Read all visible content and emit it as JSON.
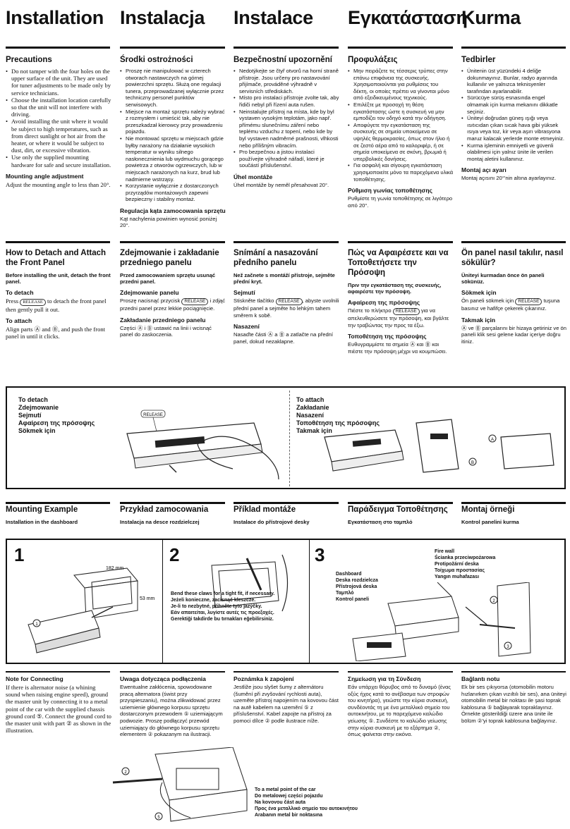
{
  "titles": [
    "Installation",
    "Instalacja",
    "Instalace",
    "Εγκατάσταση",
    "Kurma"
  ],
  "precautions": {
    "en": {
      "title": "Precautions",
      "items": [
        "Do not tamper with the four holes on the upper surface of the unit. They are used for tuner adjustments to be made only by service technicians.",
        "Choose the installation location carefully so that the unit will not interfere with driving.",
        "Avoid installing the unit where it would be subject to high temperatures, such as from direct sunlight or hot air from the heater, or where it would be subject to dust, dirt, or excessive vibration.",
        "Use only the supplied mounting hardware for safe and secure installation."
      ],
      "sub": "Mounting angle adjustment",
      "subtext": "Adjust the mounting angle to less than 20°."
    },
    "pl": {
      "title": "Środki ostrożności",
      "items": [
        "Proszę nie manipulować w czterech otworach nastawczych na górnej powierzchni sprzętu. Służą one regulacji tunera, przeprowadzanej wyłącznie przez techniczny personel punktów serwisowych.",
        "Miejsce na montaż sprzętu należy wybrać z rozmysłem i umieścić tak, aby nie przeszkadzał kierowcy przy prowadzeniu pojazdu.",
        "Nie montować sprzętu w miejscach gdzie byłby narażony na działanie wysokich temperatur w wyniku silnego nasłonecznienia lub wydmuchu gorącego powietrza z otworów ogrzewczych, lub w miejscach narażonych na kurz, brud lub nadmierne wstrząsy.",
        "Korzystanie wyłącznie z dostarczonych przyrządów montażowych zapewni bezpieczny i stabilny montaż."
      ],
      "sub": "Regulacja kąta zamocowania sprzętu",
      "subtext": "Kąt nachylenia powinien wynosić poniżej 20°."
    },
    "cs": {
      "title": "Bezpečnostní upozornění",
      "items": [
        "Nedotýkejte se čtyř otvorů na horní straně přístroje. Jsou určeny pro nastavování přijímače, prováděné výhradně v servisních střediskách.",
        "Místo pro instalaci přístroje zvolte tak, aby řidiči nebyl při řízení auta rušen.",
        "Neinstalujte přístroj na místa, kde by byl vystaven vysokým teplotám, jako např. přímému slunečnímu záření nebo teplému vzduchu z topení, nebo kde by byl vystaven nadměrné prašnosti, vlhkosti nebo přílišným vibracím.",
        "Pro bezpečnou a jistou instalaci používejte výhradně nářadí, které je součástí příslušenství."
      ],
      "sub": "Úhel montáže",
      "subtext": "Úhel montáže by neměl přesahovat 20°."
    },
    "el": {
      "title": "Προφυλάξεις",
      "items": [
        "Μην πειράζετε τις τέσσερις τρύπες στην επάνω επιφάνεια της συσκευής. Χρησιμοποιούνται για ρυθμίσεις του δέκτη, οι οποίες πρέπει να γίνονται μόνο από εξειδικευμένους τεχνικούς.",
        "Επιλέξτε με προσοχή τη θέση εγκατάστασης ώστε η συσκευή να μην εμποδίζει τον οδηγό κατά την οδήγηση.",
        "Αποφύγετε την εγκατάσταση της συσκευής σε σημεία υποκείμενα σε υψηλές θερμοκρασίες, όπως στον ήλιο ή σε ζεστό αέρα από το καλοριφέρ, ή σε σημεία υποκείμενα σε σκόνη, βρωμιά ή υπερβολικές δονήσεις.",
        "Για ασφαλή και σίγουρη εγκατάσταση χρησιμοποιείτε μόνο τα παρεχόμενα υλικά τοποθέτησης."
      ],
      "sub": "Ρύθμιση γωνίας τοποθέτησης",
      "subtext": "Ρυθμίστε τη γωνία τοποθέτησης σε λιγότερο από 20°."
    },
    "tr": {
      "title": "Tedbirler",
      "items": [
        "Ünitenin üst yüzündeki 4 deliğe dokunmayınız. Bunlar, radyo ayarında kullanılır ve yalnızca teknisyenler tarafından ayarlanabilir.",
        "Sürücüye sürüş esnasında engel olmamak için kurma mekanını dikkatle seçiniz.",
        "Üniteyi doğrudan güneş ışığı veya ısıtıcıdan çıkan sıcak hava gibi yüksek ısıya veya toz, kir veya aşırı vibrasyona maruz kalacak yerlerde monte etmeyiniz.",
        "Kurma işleminin emniyetli ve güvenli olabilmesi için yalnız ünite ile verilen montaj aletini kullanınız."
      ],
      "sub": "Montaj açı ayarı",
      "subtext": "Montaj açısını 20°'nin altına ayarlayınız."
    }
  },
  "detach": {
    "en": {
      "title": "How to Detach and Attach the Front Panel",
      "intro": "Before installing the unit, detach the front panel.",
      "d_title": "To detach",
      "d_a": "Press",
      "d_b": "to detach the front panel then gently pull it out.",
      "a_title": "To attach",
      "a_text": "Align parts Ⓐ and Ⓑ, and push the front panel in until it clicks."
    },
    "pl": {
      "title": "Zdejmowanie i zakładanie przedniego panelu",
      "intro": "Przed zamocowaniem sprzętu usunąć przedni panel.",
      "d_title": "Zdejmowanie panelu",
      "d_a": "Proszę nacisnąć przycisk",
      "d_b": "i zdjąć przedni panel przez lekkie pociągnięcie.",
      "a_title": "Zakładanie przedniego panelu",
      "a_text": "Części Ⓐ i Ⓑ ustawić na linii i wcisnąć panel do zaskoczenia."
    },
    "cs": {
      "title": "Snímání a nasazování předního panelu",
      "intro": "Než začnete s montáží přístroje, sejměte přední kryt.",
      "d_title": "Sejmutí",
      "d_a": "Stiskněte tlačítko",
      "d_b": ", abyste uvolnili přední panel a sejměte ho lehkým tahem směrem k sobě.",
      "a_title": "Nasazení",
      "a_text": "Nasaďte části Ⓐ a Ⓑ a zatlačte na přední panel, dokud nezaklapne."
    },
    "el": {
      "title": "Πώς να Αφαιρέσετε και να Τοποθετήσετε την Πρόσοψη",
      "intro": "Πριν την εγκατάσταση της συσκευής, αφαιρέστε την πρόσοψη.",
      "d_title": "Αφαίρεση της πρόσοψης",
      "d_a": "Πιέστε το πλήκτρο",
      "d_b": "για να απελευθερώσετε την πρόσοψη, και βγάλτε την τραβώντας την προς τα έξω.",
      "a_title": "Τοποθέτηση της πρόσοψης",
      "a_text": "Ευθυγραμμίστε τα σημεία Ⓐ και Ⓑ και πιέστε την πρόσοψη μέχρι να κουμπώσει."
    },
    "tr": {
      "title": "Ön panel nasıl takılır, nasıl sökülür?",
      "intro": "Üniteyi kurmadan önce ön paneli sökünüz.",
      "d_title": "Sökmek için",
      "d_a": "Ön paneli sökmek için",
      "d_b": "tuşuna basınız ve hafifçe çekerek çıkarınız.",
      "a_title": "Takmak için",
      "a_text": "Ⓐ ve Ⓑ parçalarını bir hizaya getiriniz ve ön paneli klik sesi gelene kadar içeriye doğru itiniz."
    }
  },
  "release": "RELEASE",
  "fig_detach": [
    "To detach",
    "Zdejmowanie",
    "Sejmutí",
    "Αφαίρεση της πρόσοψης",
    "Sökmek için"
  ],
  "fig_attach": [
    "To attach",
    "Zakładanie",
    "Nasazení",
    "Τοποθέτηση της πρόσοψης",
    "Takmak için"
  ],
  "mounting": {
    "titles": [
      "Mounting Example",
      "Przykład zamocowania",
      "Příklad montáže",
      "Παράδειγμα Τοποθέτησης",
      "Montaj örneği"
    ],
    "subs": [
      "Installation in the dashboard",
      "Instalacja na desce rozdzielczej",
      "Instalace do přístrojové desky",
      "Εγκατάσταση στο ταμπλό",
      "Kontrol panelini kurma"
    ]
  },
  "fig_mount": {
    "n1": "1",
    "n2": "2",
    "n3": "3",
    "dim1": "182 mm",
    "dim2": "53 mm",
    "claws": [
      "Bend these claws for a tight fit, if necessary.",
      "Jeżeli konieczne, zacisnąć kleszcze.",
      "Je-li to nezbytné, přihněte tyto jazýčky.",
      "Εάν απαιτείται, λυγίστε αυτές τις προεξοχές.",
      "Gerektiği takdirde bu tırnakları eğebilirsiniz."
    ],
    "dash": [
      "Dashboard",
      "Deska rozdzielcza",
      "Přístrojová deska",
      "Ταμπλό",
      "Kontrol paneli"
    ],
    "fire": [
      "Fire wall",
      "Ścianka przeciwpożarowa",
      "Protipožární deska",
      "Τοίχωμα προστασίας",
      "Yangın muhafazası"
    ],
    "c1": "1",
    "c2": "2",
    "c3": "3"
  },
  "connect": {
    "en": {
      "title": "Note for Connecting",
      "text": "If there is alternator noise (a whining sound when raising engine speed), ground the master unit by connecting it to a metal point of the car with the supplied chassis ground cord ⑤. Connect the ground cord to the master unit with part ② as shown in the illustration."
    },
    "pl": {
      "title": "Uwaga dotycząca podłączenia",
      "text": "Ewentualne zakłócenia, spowodowane pracą alternatora (świst przy przyspieszaniu), można zlikwidować przez uziemienie głównego korpusu sprzętu dostarczonym przewodem ⑤ uziemiającym podwozie. Proszę podłączyć przewód uziemiający do głównego korpusu sprzętu elementem ② pokazanym na ilustracji."
    },
    "cs": {
      "title": "Poznámka k zapojení",
      "text": "Jestliže jsou slyšet šumy z alternátoru (šumění při zvyšování rychlosti auta), uzeměte přístroj napojením na kovovou část na autě kabelem na uzemění ⑤ z příslušenství. Kabel zapojte na přístroj za pomoci dílce ② podle ilustrace níže."
    },
    "el": {
      "title": "Σημείωση για τη Σύνδεση",
      "text": "Εάν υπάρχει θόρυβος από το δυναμό (ένας οξύς ήχος κατά το ανέβασμα των στροφών του κινητήρα), γειώστε την κύρια συσκευή, συνδέοντάς τη με ένα μεταλλικό σημείο του αυτοκινήτου, με το παρεχόμενο καλώδιο γείωσης ⑤. Συνδέστε το καλώδιο γείωσης στην κύρια συσκευή με το εξάρτημα ②, όπως φαίνεται στην εικόνα."
    },
    "tr": {
      "title": "Bağlantı notu",
      "text": "Ek bir ses çıkıyorsa (otomobilin motoru hızlanırken çıkan vızıltılı bir ses), ana üniteyi otomobilin metal bir noktası ile şasi toprak kablosuna ⑤ bağlayarak topraklayınız. Örnekte gösterildiği üzere ana ünite ile bölüm ②'yi toprak kablosuna bağlayınız."
    }
  },
  "metal": [
    "To a metal point of the car",
    "Do metalowej części pojazdu",
    "Na kovovou část auta",
    "Προς ένα μεταλλικό σημείο του αυτοκινήτου",
    "Arabanın metal bir noktasına"
  ]
}
